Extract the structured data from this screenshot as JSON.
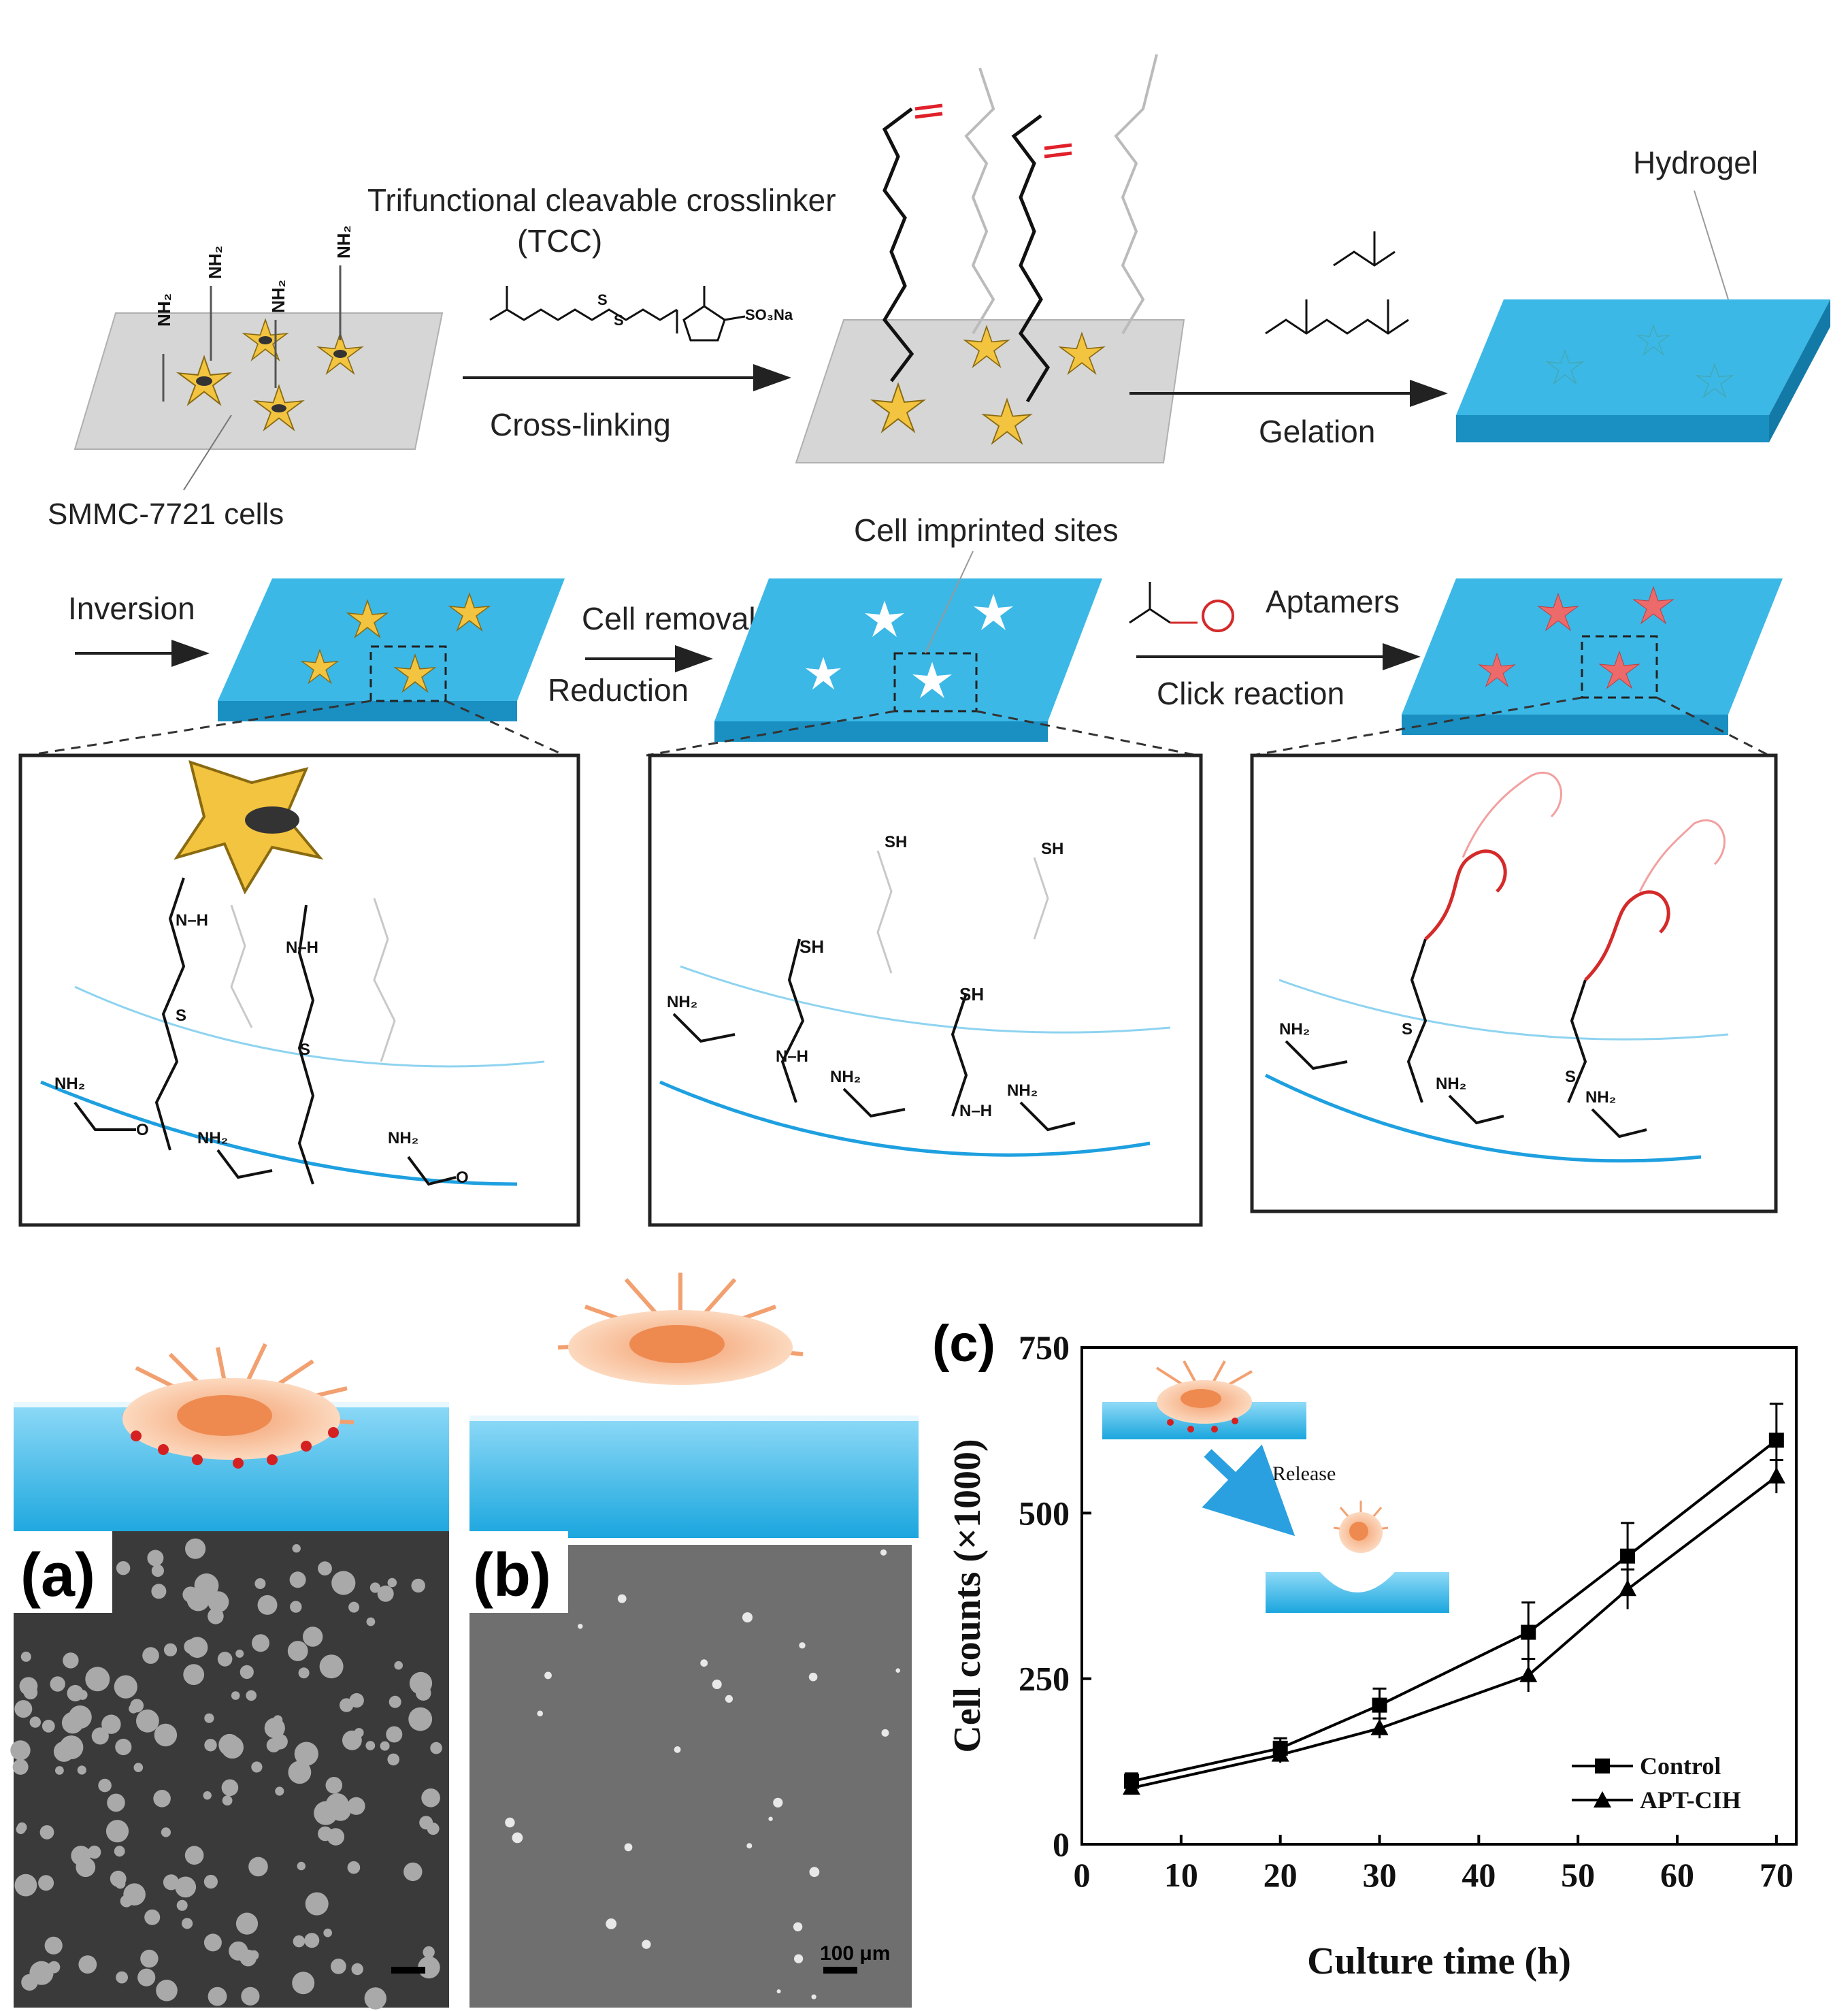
{
  "scheme": {
    "labels": {
      "tcc_title": "Trifunctional cleavable crosslinker",
      "tcc_abbr": "(TCC)",
      "cells": "SMMC-7721 cells",
      "crosslinking": "Cross-linking",
      "gelation": "Gelation",
      "hydrogel": "Hydrogel",
      "inversion": "Inversion",
      "cell_removal": "Cell removal",
      "reduction": "Reduction",
      "imprinted_sites": "Cell imprinted sites",
      "aptamers": "Aptamers",
      "click_reaction": "Click reaction"
    },
    "chem": {
      "nh2": "NH₂",
      "nh": "NH",
      "h": "H",
      "o": "O",
      "s": "S",
      "sh": "SH",
      "so3na": "SO₃Na",
      "n": "N",
      "amide": "N–H"
    },
    "colors": {
      "hydrogel": "#3bb8e6",
      "hydrogel_dark": "#1e95c4",
      "glass": "#d9d9d9",
      "cell": "#f2c440",
      "disulfide": "#e0202a",
      "aptamer": "#d42a2a",
      "imprint_red": "#ec6a6a"
    }
  },
  "panels": {
    "a": {
      "tag": "(a)"
    },
    "b": {
      "tag": "(b)",
      "scalebar": "100 μm"
    },
    "c": {
      "tag": "(c)",
      "release": "Release"
    }
  },
  "chart_data": {
    "type": "line",
    "xlabel": "Culture time (h)",
    "ylabel": "Cell counts (×1000)",
    "xlim": [
      0,
      72
    ],
    "ylim": [
      0,
      750
    ],
    "xticks": [
      0,
      10,
      20,
      30,
      40,
      50,
      60,
      70
    ],
    "yticks": [
      0,
      250,
      500,
      750
    ],
    "legend_position": "bottom-right",
    "x": [
      5,
      20,
      30,
      45,
      55,
      70
    ],
    "series": [
      {
        "name": "Control",
        "marker": "square",
        "values": [
          95,
          145,
          210,
          320,
          435,
          610
        ],
        "errors": [
          12,
          15,
          25,
          45,
          50,
          55
        ]
      },
      {
        "name": "APT-CIH",
        "marker": "triangle",
        "values": [
          85,
          135,
          175,
          255,
          385,
          555
        ],
        "errors": [
          10,
          12,
          15,
          25,
          30,
          25
        ]
      }
    ]
  }
}
